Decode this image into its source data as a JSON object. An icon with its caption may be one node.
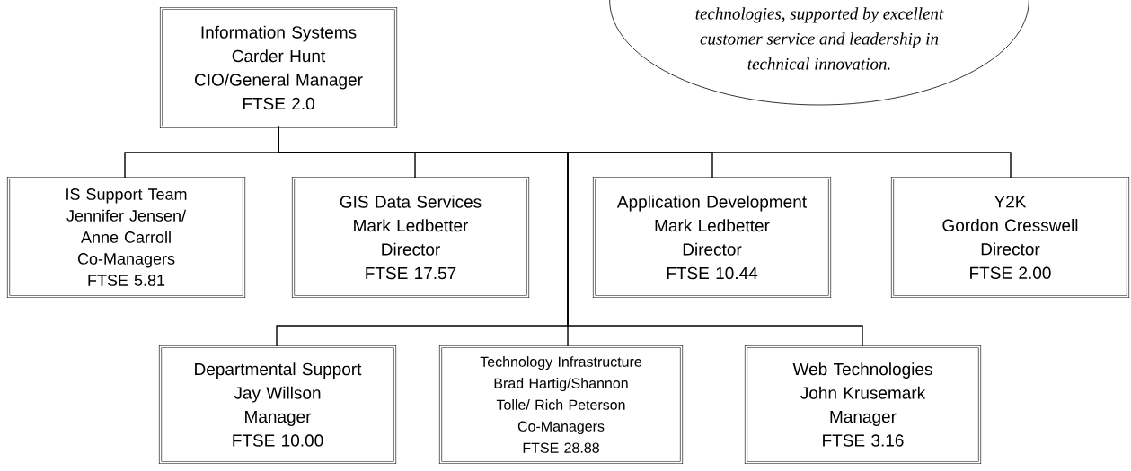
{
  "diagram": {
    "nodes": [
      {
        "text": [
          "technologies, supported by excellent customer service and leadership in technical innovation."
        ]
      },
      {
        "text": [
          "Information Systems",
          "Carder Hunt",
          "CIO/General Manager",
          "FTSE 2.0"
        ]
      },
      {
        "text": [
          "IS Support Team",
          "Jennifer Jensen/ Anne Carroll",
          "Co-Managers",
          "FTSE 5.81"
        ]
      },
      {
        "text": [
          "GIS Data Services",
          "Mark Ledbetter",
          "Director",
          "FTSE 17.57"
        ]
      },
      {
        "text": [
          "Application Development",
          "Mark Ledbetter",
          "Director",
          "FTSE 10.44"
        ]
      },
      {
        "text": [
          "Y2K",
          "Gordon Cresswell",
          "Director",
          "FTSE 2.00"
        ]
      },
      {
        "text": [
          "Departmental Support",
          "Jay Willson",
          "Manager",
          "FTSE 10.00"
        ]
      },
      {
        "text": [
          "Technology Infrastructure",
          "Brad Hartig/Shannon Tolle/ Rich Peterson",
          "Co-Managers",
          "FTSE 28.88"
        ]
      },
      {
        "text": [
          "Web Technologies",
          "John Krusemark",
          "Manager",
          "FTSE 3.16"
        ]
      }
    ],
    "edges": [
      {
        "from": 1,
        "to": 2,
        "arrow": "none"
      },
      {
        "from": 1,
        "to": 3,
        "arrow": "none"
      },
      {
        "from": 1,
        "to": 4,
        "arrow": "none"
      },
      {
        "from": 1,
        "to": 5,
        "arrow": "none"
      },
      {
        "from": 1,
        "to": 6,
        "arrow": "none"
      },
      {
        "from": 1,
        "to": 7,
        "arrow": "none"
      },
      {
        "from": 1,
        "to": 8,
        "arrow": "none"
      }
    ]
  }
}
